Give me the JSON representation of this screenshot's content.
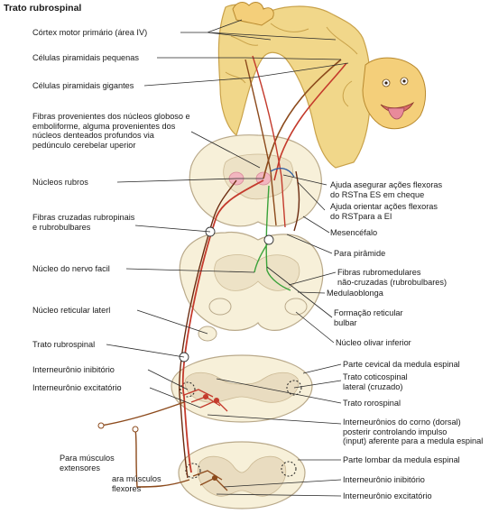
{
  "title": "Trato rubrospinal",
  "colors": {
    "brain": "#f1d78a",
    "brain_edge": "#c9a24a",
    "section": "#f7f0d9",
    "section_edge": "#b9a98a",
    "gray_matter": "#e9dcc0",
    "fiber_red": "#c43a2c",
    "fiber_brown": "#8c4a1c",
    "fiber_green": "#3aa23a",
    "fiber_dark": "#6b2b10",
    "leader": "#2a2a2a",
    "nucleus_pink": "#f2b6c0"
  },
  "labels": {
    "cortex_motor": "Córtex motor primário (área IV)",
    "small_pyramidal": "Células piramidais pequenas",
    "giant_pyramidal": "Células piramidais gigantes",
    "fibers_from_nuclei": "Fibras provenientes dos núcleos globoso e\nemboliforme, alguma provenientes dos\nnúcleos denteados profundos via\npedúnculo cerebelar uperior",
    "red_nuclei": "Núcleos rubros",
    "crossed_fibers": "Fibras cruzadas rubropinais\ne rubrobulbares",
    "facial_nucleus": "Núcleo do nervo facil",
    "lateral_reticular": "Núcleo reticular laterl",
    "rubrospinal_tract": "Trato rubrospinal",
    "inhibitory_interneuron": "Interneurônio inibitório",
    "excitatory_interneuron": "Interneurônio excitatório",
    "to_extensor": "Para músculos\nextensores",
    "to_flexor": "ara músculos\nflexores",
    "helps_secure": "Ajuda asegurar ações flexoras\ndo RSTna ES em cheque",
    "helps_orient": "Ajuda orientar ações flexoras\ndo RSTpara a EI",
    "midbrain": "Mesencéfalo",
    "pyramid": "Para pirâmide",
    "uncrossed_fibers": "Fibras rubromedulares\nnão-cruzadas (rubrobulbares)",
    "medulla": "Medulaoblonga",
    "reticular_formation": "Formação reticular\nbulbar",
    "inferior_olivary": "Núcleo olivar inferior",
    "cervical_spinal": "Parte cevical da medula espinal",
    "corticospinal_lateral": "Trato coticospinal\nlateral (cruzado)",
    "rubrospinal_tract2": "Trato rorospinal",
    "dorsal_horn": "Interneurônios do corno (dorsal)\nposterir controlando impulso\n(input) aferente para a medula espinal",
    "lumbar_spinal": "Parte lombar da medula espinal",
    "inhibitory_interneuron2": "Interneurônio inibitório",
    "excitatory_interneuron2": "Interneurônio excitatório"
  }
}
